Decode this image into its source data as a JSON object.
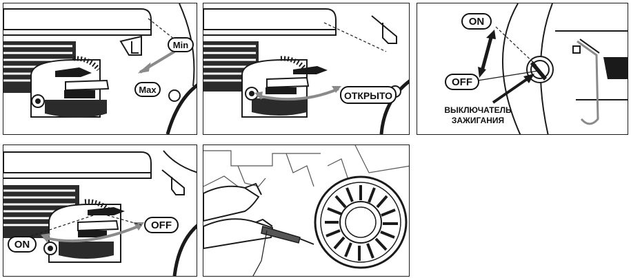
{
  "labels": {
    "min": "Min",
    "max": "Max",
    "open": "ОТКРЫТО",
    "on": "ON",
    "off": "OFF",
    "ignition_line1": "ВЫКЛЮЧАТЕЛЬ",
    "ignition_line2": "ЗАЖИГАНИЯ",
    "on_b": "ON",
    "off_b": "OFF"
  },
  "colors": {
    "line": "#1a1a1a",
    "arrow_gray": "#8a8a8a",
    "shade": "#2b2b2b",
    "background": "#ffffff"
  },
  "icons": [
    "choke-lever-icon",
    "fuel-valve-icon",
    "ignition-switch-icon",
    "recoil-starter-icon"
  ]
}
